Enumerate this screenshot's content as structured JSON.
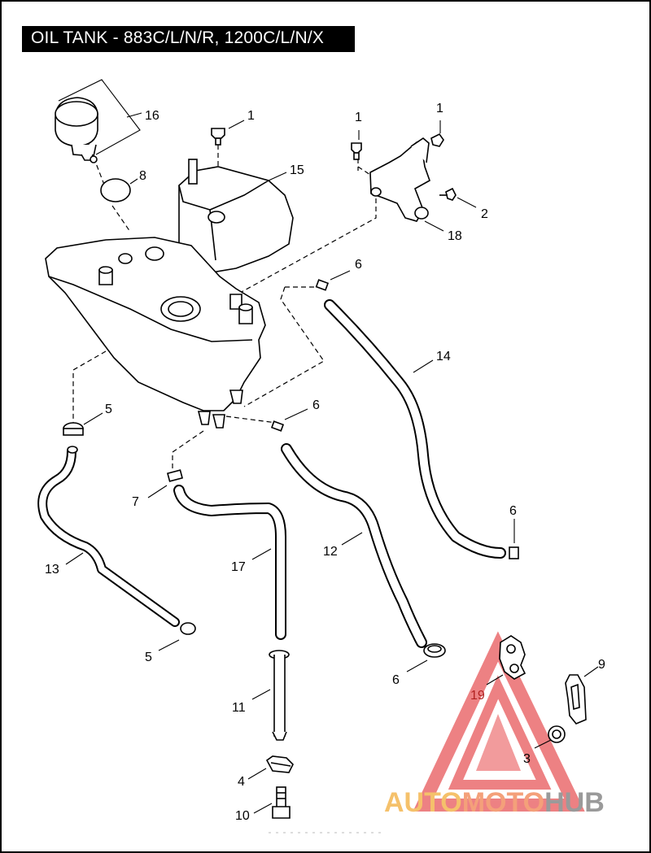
{
  "title": "OIL TANK - 883C/L/N/R, 1200C/L/N/X",
  "callouts": [
    {
      "id": "c16a",
      "text": "16"
    },
    {
      "id": "c1a",
      "text": "1"
    },
    {
      "id": "c1b",
      "text": "1"
    },
    {
      "id": "c1c",
      "text": "1"
    },
    {
      "id": "c8",
      "text": "8"
    },
    {
      "id": "c15",
      "text": "15"
    },
    {
      "id": "c2",
      "text": "2"
    },
    {
      "id": "c18",
      "text": "18"
    },
    {
      "id": "c6a",
      "text": "6"
    },
    {
      "id": "c14",
      "text": "14"
    },
    {
      "id": "c5a",
      "text": "5"
    },
    {
      "id": "c6b",
      "text": "6"
    },
    {
      "id": "c7",
      "text": "7"
    },
    {
      "id": "c13",
      "text": "13"
    },
    {
      "id": "c17",
      "text": "17"
    },
    {
      "id": "c12",
      "text": "12"
    },
    {
      "id": "c6c",
      "text": "6"
    },
    {
      "id": "c5b",
      "text": "5"
    },
    {
      "id": "c6d",
      "text": "6"
    },
    {
      "id": "c9",
      "text": "9"
    },
    {
      "id": "c19",
      "text": "19"
    },
    {
      "id": "c11",
      "text": "11"
    },
    {
      "id": "c3",
      "text": "3"
    },
    {
      "id": "c4",
      "text": "4"
    },
    {
      "id": "c10",
      "text": "10"
    }
  ],
  "watermark": {
    "auto": "AUTO",
    "moto": "MOTO",
    "hub": "HUB",
    "colors": {
      "auto": "#f5c16b",
      "moto": "#f4a07a",
      "hub": "#9a9a9a",
      "triangle": "#e8585a"
    }
  },
  "colors": {
    "line": "#000000",
    "background": "#ffffff",
    "title_bg": "#000000",
    "title_fg": "#ffffff"
  }
}
